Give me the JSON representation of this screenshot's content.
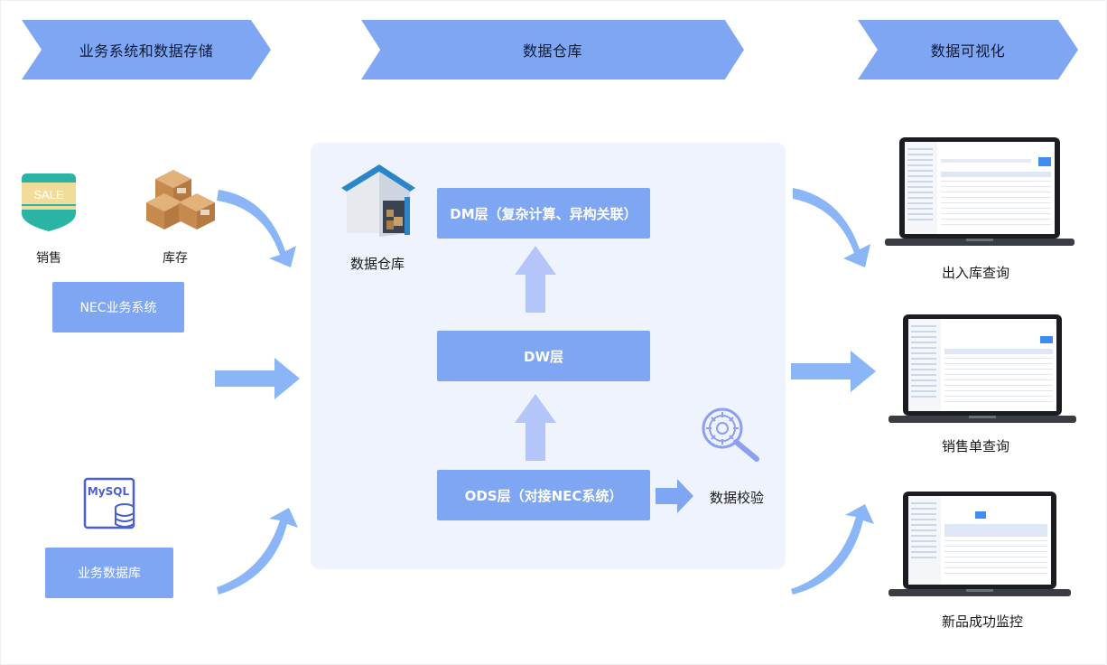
{
  "stages": [
    "业务系统和数据存储",
    "数据仓库",
    "数据可视化"
  ],
  "sources": {
    "sales_badge": "SALE",
    "sales_label": "销售",
    "inventory_label": "库存",
    "nec_system": "NEC业务系统",
    "mysql_text": "MySQL",
    "business_db": "业务数据库"
  },
  "warehouse": {
    "title": "数据仓库",
    "layers": [
      "DM层（复杂计算、异构关联）",
      "DW层",
      "ODS层（对接NEC系统）"
    ],
    "validation": "数据校验"
  },
  "outputs": [
    "出入库查询",
    "销售单查询",
    "新品成功监控"
  ],
  "colors": {
    "banner": "#7fa6f2",
    "panel": "#eef3fd",
    "arrow": "#8ab5f7",
    "layer_arrow": "#b4c5fa"
  }
}
